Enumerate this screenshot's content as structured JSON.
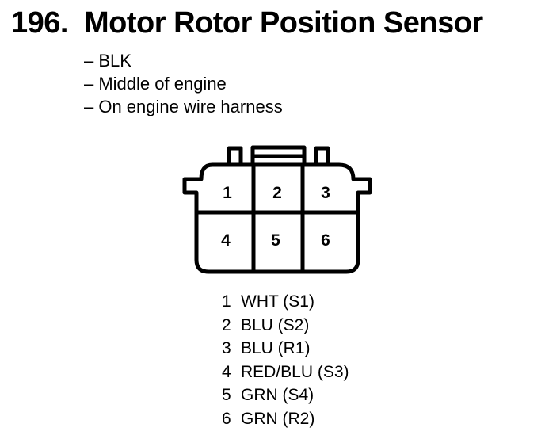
{
  "title": {
    "number": "196.",
    "text": "Motor Rotor Position Sensor"
  },
  "notes": [
    "– BLK",
    "– Middle of engine",
    "– On engine wire harness"
  ],
  "connector": {
    "terminals": [
      "1",
      "2",
      "3",
      "4",
      "5",
      "6"
    ]
  },
  "pinout": [
    {
      "pin": "1",
      "wire": "WHT (S1)"
    },
    {
      "pin": "2",
      "wire": "BLU (S2)"
    },
    {
      "pin": "3",
      "wire": "BLU (R1)"
    },
    {
      "pin": "4",
      "wire": "RED/BLU (S3)"
    },
    {
      "pin": "5",
      "wire": "GRN (S4)"
    },
    {
      "pin": "6",
      "wire": "GRN (R2)"
    }
  ]
}
